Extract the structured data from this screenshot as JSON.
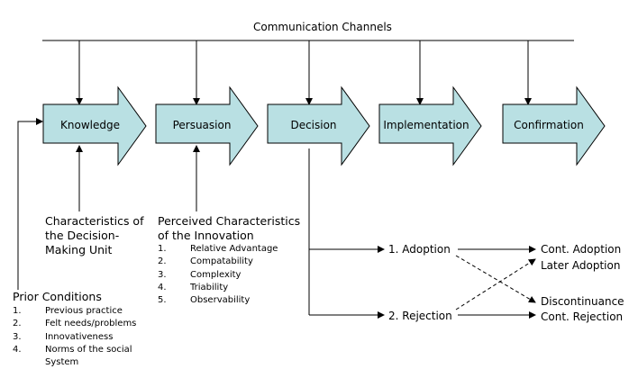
{
  "communication_channels": "Communication Channels",
  "stages": [
    "Knowledge",
    "Persuasion",
    "Decision",
    "Implementation",
    "Confirmation"
  ],
  "decision_unit": {
    "title_lines": [
      "Characteristics of",
      "the Decision-",
      "Making Unit"
    ]
  },
  "innovation": {
    "title_lines": [
      "Perceived Characteristics",
      "of the Innovation"
    ],
    "items": [
      {
        "num": "1.",
        "text": "Relative Advantage"
      },
      {
        "num": "2.",
        "text": "Compatability"
      },
      {
        "num": "3.",
        "text": "Complexity"
      },
      {
        "num": "4.",
        "text": "Triability"
      },
      {
        "num": "5.",
        "text": "Observability"
      }
    ]
  },
  "prior_conditions": {
    "title": "Prior Conditions",
    "items": [
      {
        "num": "1.",
        "text": "Previous practice"
      },
      {
        "num": "2.",
        "text": "Felt needs/problems"
      },
      {
        "num": "3.",
        "text": "Innovativeness"
      },
      {
        "num": "4.",
        "text": "Norms of the social"
      },
      {
        "num": "",
        "text": "System"
      }
    ]
  },
  "decision_outcomes": {
    "adoption": "1. Adoption",
    "rejection": "2. Rejection"
  },
  "confirmation_outcomes": {
    "cont_adoption": "Cont. Adoption",
    "later_adoption": "Later Adoption",
    "discontinuance": "Discontinuance",
    "cont_rejection": "Cont. Rejection"
  },
  "colors": {
    "arrow_fill": "#b9e0e3",
    "line": "#000000",
    "text": "#000000"
  }
}
